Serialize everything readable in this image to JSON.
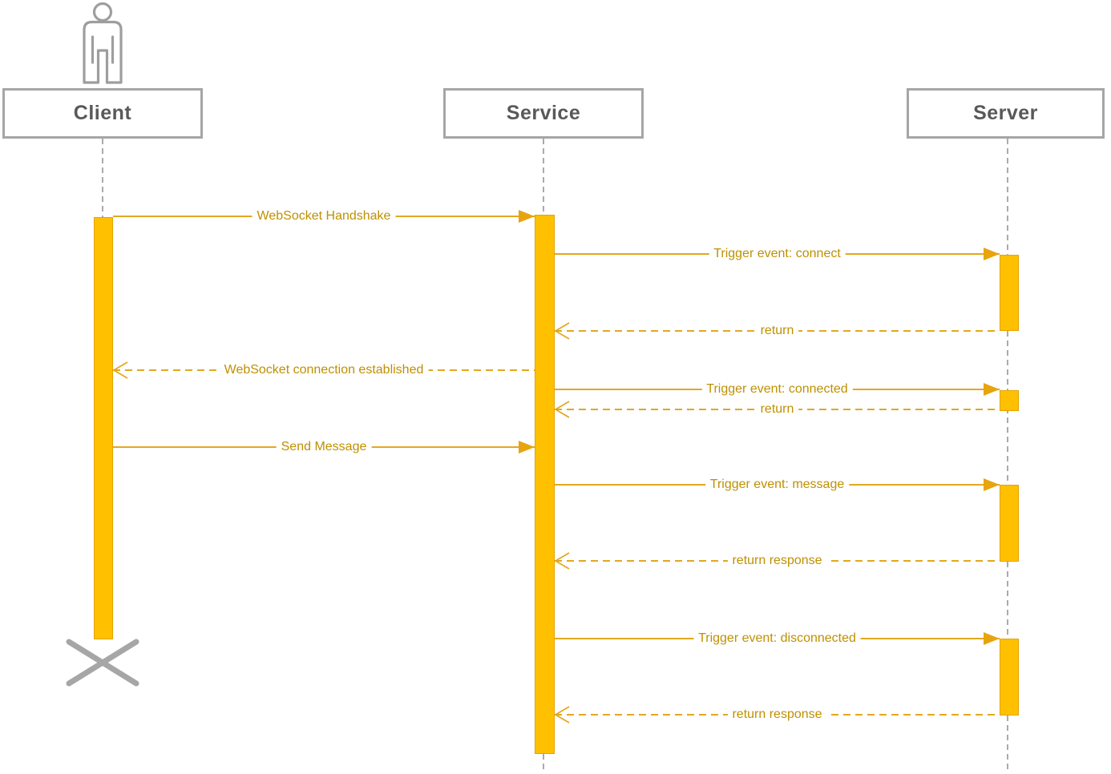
{
  "diagram_type": "uml-sequence-diagram",
  "participants": [
    {
      "id": "client",
      "label": "Client",
      "kind": "actor"
    },
    {
      "id": "service",
      "label": "Service",
      "kind": "object"
    },
    {
      "id": "server",
      "label": "Server",
      "kind": "object"
    }
  ],
  "messages": [
    {
      "from": "Client",
      "to": "Service",
      "label": "WebSocket Handshake",
      "style": "solid",
      "arrow": "filled"
    },
    {
      "from": "Service",
      "to": "Server",
      "label": "Trigger event: connect",
      "style": "solid",
      "arrow": "filled"
    },
    {
      "from": "Server",
      "to": "Service",
      "label": "return",
      "style": "dashed",
      "arrow": "open"
    },
    {
      "from": "Service",
      "to": "Client",
      "label": "WebSocket connection established",
      "style": "dashed",
      "arrow": "open"
    },
    {
      "from": "Service",
      "to": "Server",
      "label": "Trigger event: connected",
      "style": "solid",
      "arrow": "filled"
    },
    {
      "from": "Server",
      "to": "Service",
      "label": "return",
      "style": "dashed",
      "arrow": "open"
    },
    {
      "from": "Client",
      "to": "Service",
      "label": "Send Message",
      "style": "solid",
      "arrow": "filled"
    },
    {
      "from": "Service",
      "to": "Server",
      "label": "Trigger event: message",
      "style": "solid",
      "arrow": "filled"
    },
    {
      "from": "Server",
      "to": "Service",
      "label": "return response",
      "style": "dashed",
      "arrow": "open"
    },
    {
      "from": "Service",
      "to": "Server",
      "label": "Trigger event: disconnected",
      "style": "solid",
      "arrow": "filled"
    },
    {
      "from": "Server",
      "to": "Service",
      "label": "return response",
      "style": "dashed",
      "arrow": "open"
    }
  ],
  "notation": {
    "client_destroyed": true,
    "activation_color": "#FFC000",
    "message_line_color": "#E2A81E",
    "message_text_color": "#BF9000",
    "frame_gray": "#A6A6A6",
    "header_text_color": "#595959"
  }
}
